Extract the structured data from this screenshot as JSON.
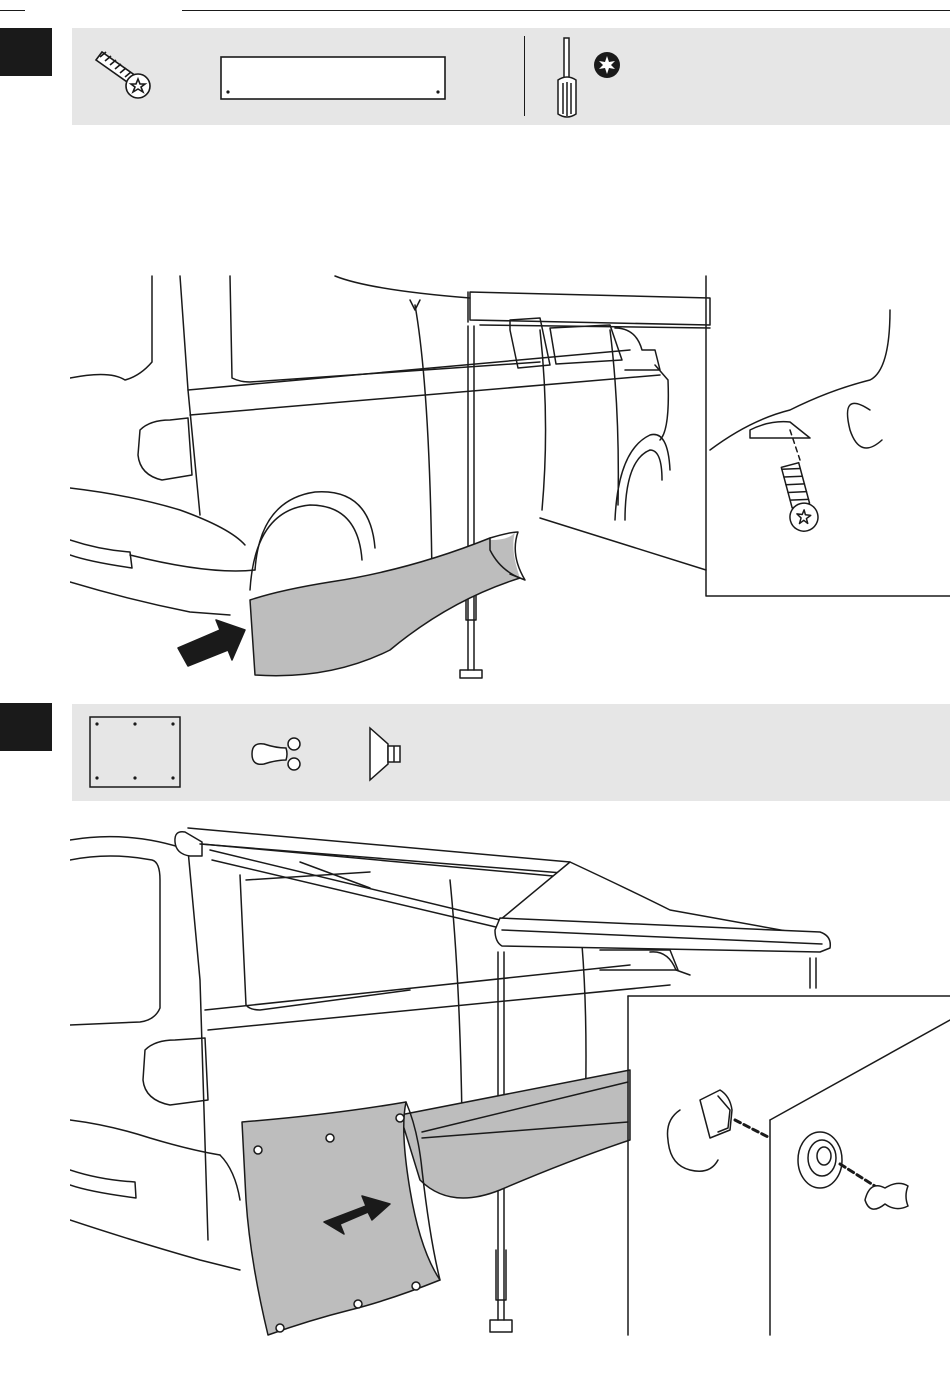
{
  "page": {
    "background": "#ffffff",
    "ink": "#1a1a1a",
    "panel_gray": "#e6e6e6",
    "fabric_gray": "#bdbdbd"
  },
  "steps": [
    {
      "parts": [
        "torx-screw-icon",
        "mounting-rail-strip-icon"
      ],
      "tools": [
        "screwdriver-icon",
        "torx-bit-icon"
      ],
      "illustration": "van-side-skirt-screw-mounting",
      "direction_arrow": "right"
    },
    {
      "parts": [
        "fabric-panel-icon",
        "toggle-fastener-icon",
        "suction-cup-icon"
      ],
      "illustration": "van-side-panel-suction-cup-attachment",
      "direction_arrow": "left"
    }
  ]
}
